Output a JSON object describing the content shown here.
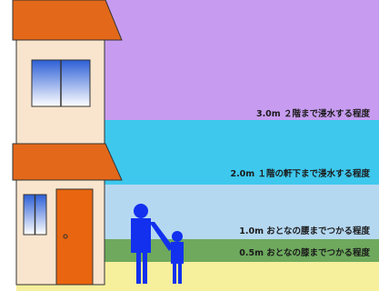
{
  "levels": [
    {
      "text": "3.0m ２階まで浸水する程度",
      "color": "#c79cf0"
    },
    {
      "text": "2.0m １階の軒下まで浸水する程度",
      "color": "#3ec8ee"
    },
    {
      "text": "1.0m おとなの腰までつかる程度",
      "color": "#b5d8f1"
    },
    {
      "text": "0.5m おとなの膝までつかる程度",
      "color": "#6ea95d"
    }
  ],
  "ground_color": "#f6ef9c",
  "roof_color": "#e3681a",
  "wall_color": "#f9e5cd",
  "door_color": "#e9650f",
  "people_color": "#1230ee"
}
